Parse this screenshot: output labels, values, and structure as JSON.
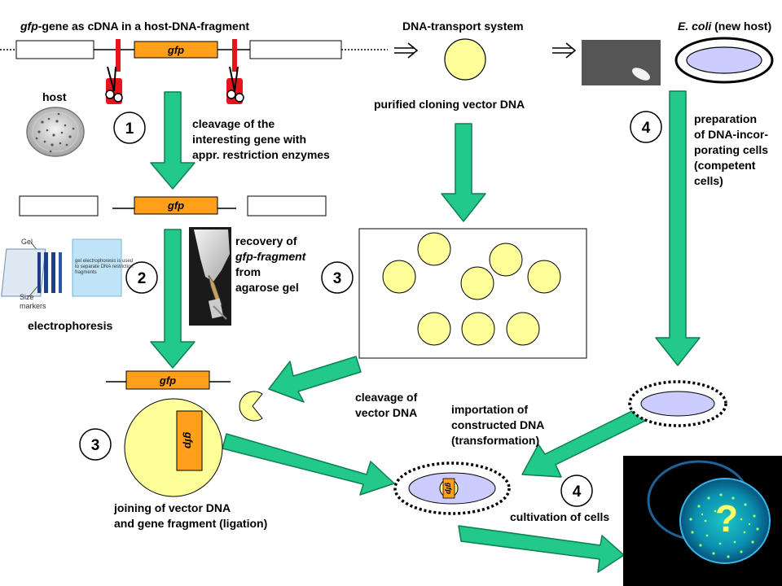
{
  "labels": {
    "header_gene_italic": "gfp",
    "header_gene_rest": "-gene as cDNA in a host-DNA-fragment",
    "header_transport": "DNA-transport system",
    "header_ecoli_italic": "E. coli",
    "header_ecoli_rest": " (new host)",
    "host": "host",
    "purified": "purified cloning vector DNA",
    "cleavage_gene": [
      "cleavage of the",
      "interesting gene with",
      "appr. restriction enzymes"
    ],
    "recovery_lines": [
      "recovery of",
      "gfp-fragment",
      "from",
      "agarose gel"
    ],
    "electrophoresis": "electrophoresis",
    "preparation": [
      "preparation",
      "of DNA-incor-",
      "porating cells",
      "(competent",
      "cells)"
    ],
    "cleavage_vector": [
      "cleavage of",
      "vector DNA"
    ],
    "importation": [
      "importation of",
      "constructed DNA",
      "(transformation)"
    ],
    "joining": [
      "joining of vector DNA",
      "and gene fragment (ligation)"
    ],
    "cultivation": "cultivation of cells",
    "question": "?"
  },
  "gene_label": "gfp",
  "steps": {
    "s1": "1",
    "s2": "2",
    "s3a": "3",
    "s3b": "3",
    "s4a": "4",
    "s4b": "4"
  },
  "gel_image": {
    "title": "Gel",
    "caption": [
      "gel electrophoresis is used",
      "to separate DNA restriction",
      "fragments"
    ],
    "size_markers": [
      "Size",
      "markers"
    ]
  },
  "colors": {
    "arrow": "#22c98a",
    "arrow_stroke": "#0e7f52",
    "gene_box": "#ff9f1a",
    "vector": "#ffff99",
    "cell": "#ccccff",
    "restriction": "#e8141c"
  }
}
